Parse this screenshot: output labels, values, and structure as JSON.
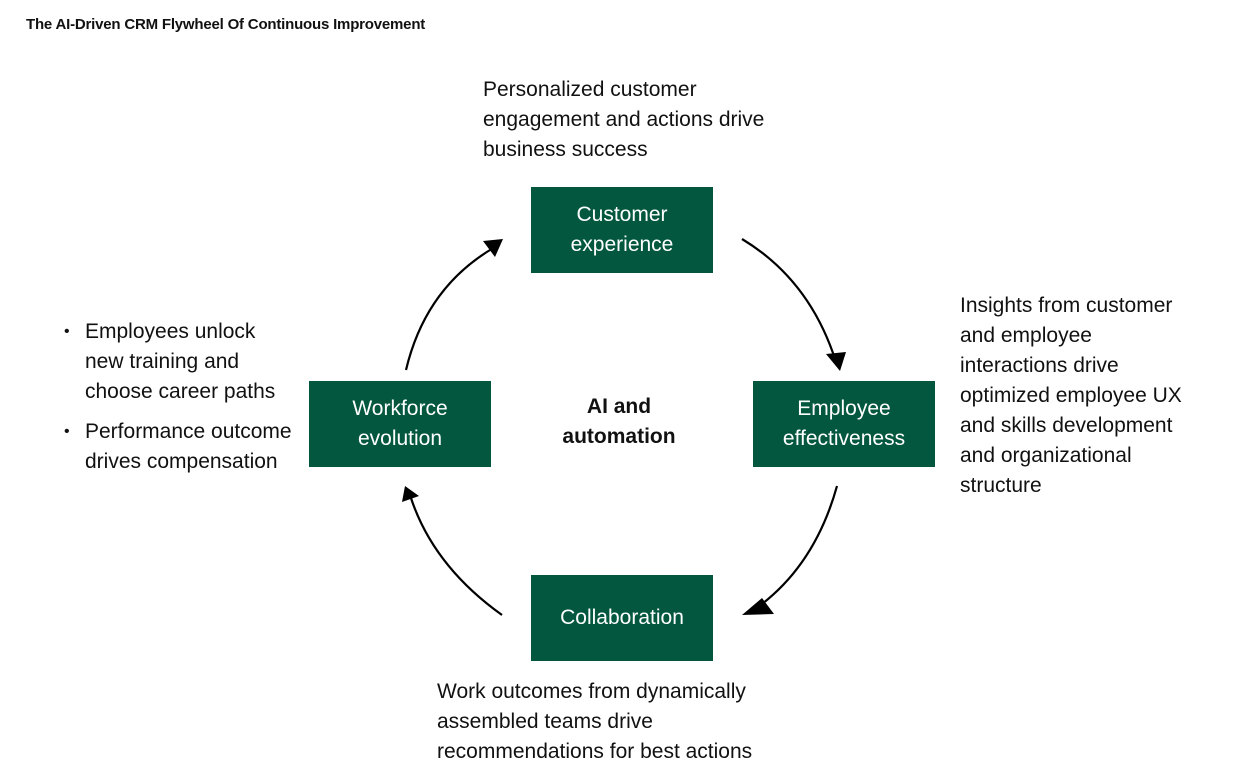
{
  "title": "The AI-Driven CRM Flywheel Of Continuous Improvement",
  "colors": {
    "node_fill": "#03573F",
    "node_text": "#FFFFFF",
    "text": "#111111",
    "arrow": "#000000"
  },
  "center": {
    "line1": "AI and",
    "line2": "automation"
  },
  "nodes": {
    "customer": {
      "line1": "Customer",
      "line2": "experience"
    },
    "employee": {
      "line1": "Employee",
      "line2": "effectiveness"
    },
    "collaboration": {
      "line1": "Collaboration"
    },
    "workforce": {
      "line1": "Workforce",
      "line2": "evolution"
    }
  },
  "descriptions": {
    "customer": "Personalized customer engagement and actions drive business success",
    "employee": "Insights from customer and employee interactions drive optimized employee UX and skills development and organizational structure",
    "collaboration": "Work outcomes from dynamically assembled teams drive recommendations for best actions",
    "workforce": [
      "Employees unlock new training and choose career paths",
      "Performance outcome drives compensation"
    ]
  },
  "bullet_glyph": "•",
  "flow": [
    "customer",
    "employee",
    "collaboration",
    "workforce"
  ]
}
